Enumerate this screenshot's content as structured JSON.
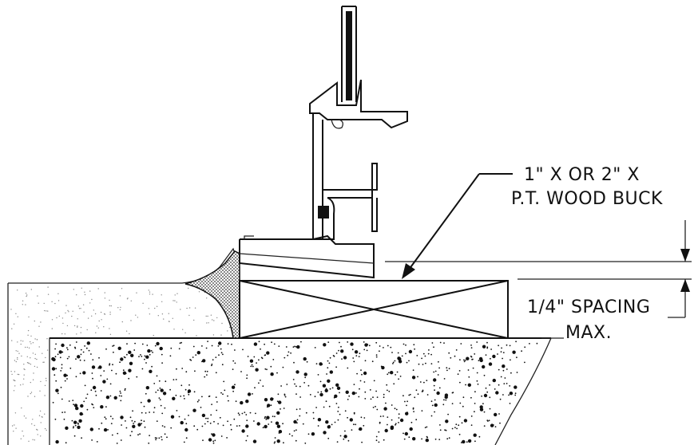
{
  "labels": {
    "buck_line1": "1\" X OR 2\" X",
    "buck_line2": "P.T. WOOD BUCK",
    "spacing_line1": "1/4\" SPACING",
    "spacing_line2": "MAX."
  },
  "colors": {
    "line": "#111111",
    "background": "#ffffff",
    "sealant": "#555555",
    "concrete_speck": "#111111",
    "plaster_speck": "#8a8a8a"
  }
}
